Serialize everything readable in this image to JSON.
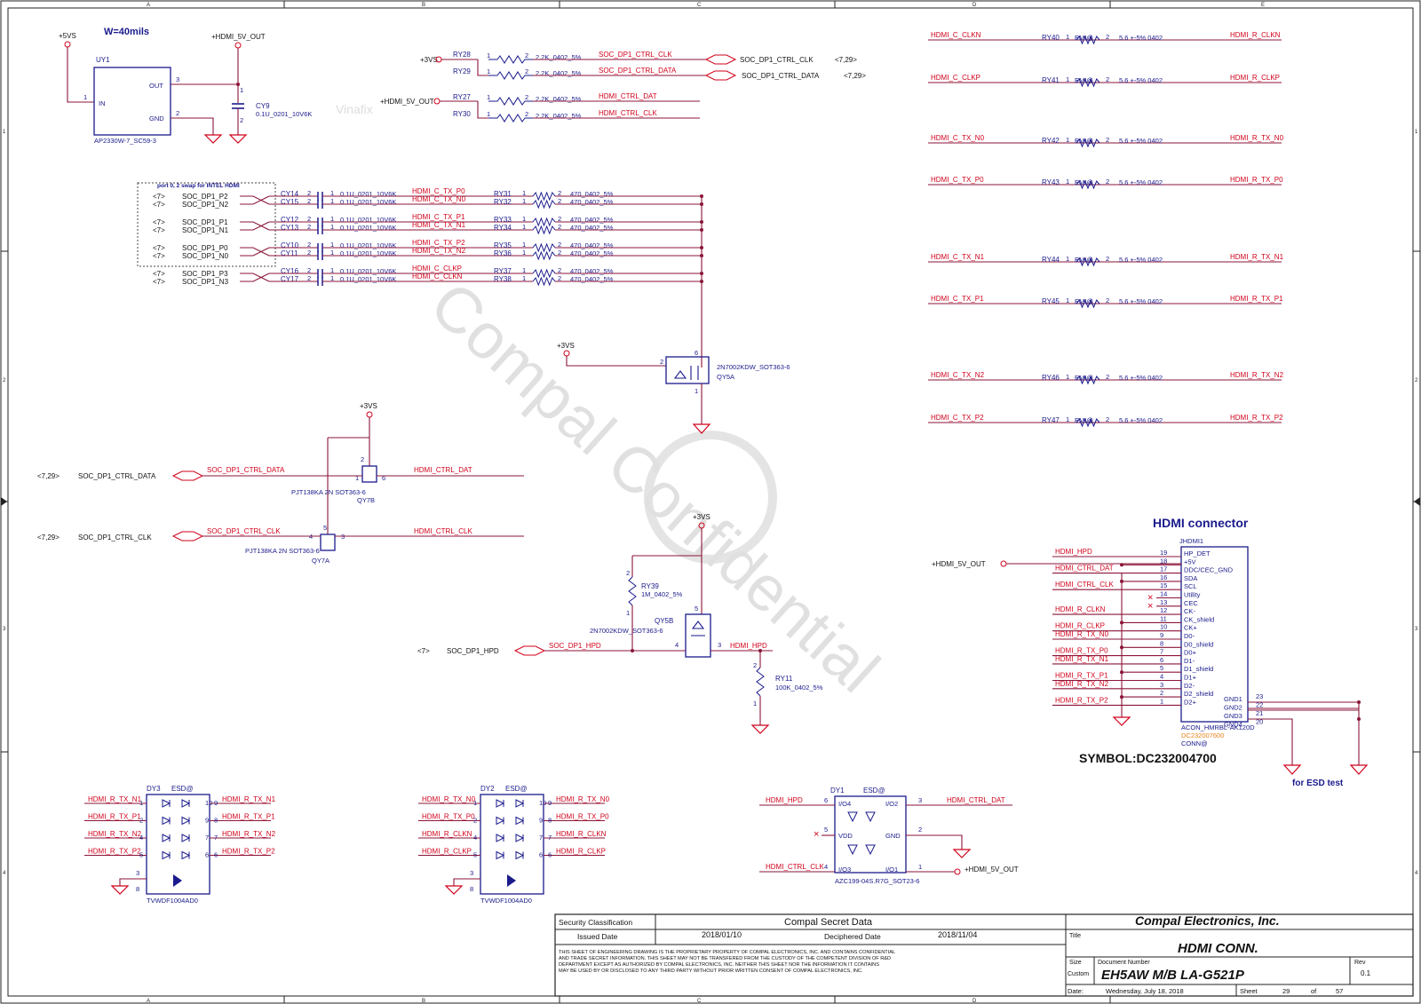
{
  "frame": {
    "cols": [
      "A",
      "B",
      "C",
      "D",
      "E"
    ],
    "rows": [
      "1",
      "2",
      "3",
      "4"
    ]
  },
  "power_block": {
    "vin": "+5VS",
    "vout": "+HDMI_5V_OUT",
    "width_note": "W=40mils",
    "ic_ref": "UY1",
    "ic_pins": [
      "IN",
      "OUT",
      "GND"
    ],
    "ic_pin_numbers": [
      "1",
      "3",
      "2"
    ],
    "ic_part": "AP2330W-7_SC59-3",
    "cap_ref": "CY9",
    "cap_value": "0.1U_0201_10V6K",
    "cap_pins": [
      "1",
      "2"
    ]
  },
  "pullups": [
    {
      "ref": "RY28",
      "rail": "+3VS",
      "value": "2.2K_0402_5%",
      "net": "SOC_DP1_CTRL_CLK",
      "pin1": "1",
      "pin2": "2"
    },
    {
      "ref": "RY29",
      "rail": "",
      "value": "2.2K_0402_5%",
      "net": "SOC_DP1_CTRL_DATA",
      "pin1": "1",
      "pin2": "2"
    },
    {
      "ref": "RY27",
      "rail": "+HDMI_5V_OUT",
      "value": "2.2K_0402_5%",
      "net": "HDMI_CTRL_DAT",
      "pin1": "1",
      "pin2": "2"
    },
    {
      "ref": "RY30",
      "rail": "",
      "value": "2.2K_0402_5%",
      "net": "HDMI_CTRL_CLK",
      "pin1": "1",
      "pin2": "2"
    }
  ],
  "offpage_ctrl": [
    {
      "net": "SOC_DP1_CTRL_CLK",
      "sheet": "<7,29>"
    },
    {
      "net": "SOC_DP1_CTRL_DATA",
      "sheet": "<7,29>"
    }
  ],
  "ghost_text": "Vinafix",
  "swap_note": "port 0, 2 swap for INTEL HDMI",
  "coupling": [
    {
      "sheet": "<7>",
      "net": "SOC_DP1_P2",
      "cap": "CY14",
      "cval": "0.1U_0201_10V6K",
      "hnet": "HDMI_C_TX_P0",
      "res": "RY31",
      "rval": "470_0402_5%"
    },
    {
      "sheet": "<7>",
      "net": "SOC_DP1_N2",
      "cap": "CY15",
      "cval": "0.1U_0201_10V6K",
      "hnet": "HDMI_C_TX_N0",
      "res": "RY32",
      "rval": "470_0402_5%"
    },
    {
      "sheet": "<7>",
      "net": "SOC_DP1_P1",
      "cap": "CY12",
      "cval": "0.1U_0201_10V6K",
      "hnet": "HDMI_C_TX_P1",
      "res": "RY33",
      "rval": "470_0402_5%"
    },
    {
      "sheet": "<7>",
      "net": "SOC_DP1_N1",
      "cap": "CY13",
      "cval": "0.1U_0201_10V6K",
      "hnet": "HDMI_C_TX_N1",
      "res": "RY34",
      "rval": "470_0402_5%"
    },
    {
      "sheet": "<7>",
      "net": "SOC_DP1_P0",
      "cap": "CY10",
      "cval": "0.1U_0201_10V6K",
      "hnet": "HDMI_C_TX_P2",
      "res": "RY35",
      "rval": "470_0402_5%"
    },
    {
      "sheet": "<7>",
      "net": "SOC_DP1_N0",
      "cap": "CY11",
      "cval": "0.1U_0201_10V6K",
      "hnet": "HDMI_C_TX_N2",
      "res": "RY36",
      "rval": "470_0402_5%"
    },
    {
      "sheet": "<7>",
      "net": "SOC_DP1_P3",
      "cap": "CY16",
      "cval": "0.1U_0201_10V6K",
      "hnet": "HDMI_C_CLKP",
      "res": "RY37",
      "rval": "470_0402_5%"
    },
    {
      "sheet": "<7>",
      "net": "SOC_DP1_N3",
      "cap": "CY17",
      "cval": "0.1U_0201_10V6K",
      "hnet": "HDMI_C_CLKN",
      "res": "RY38",
      "rval": "470_0402_5%"
    }
  ],
  "qy5a": {
    "rail": "+3VS",
    "part": "2N7002KDW_SOT363-6",
    "ref": "QY5A",
    "pins": [
      "2",
      "6",
      "1"
    ]
  },
  "level_shift": {
    "rail": "+3VS",
    "q7b": {
      "part": "PJT138KA 2N SOT363-6",
      "ref": "QY7B",
      "pins": [
        "2",
        "1",
        "6"
      ]
    },
    "q7a": {
      "part": "PJT138KA 2N SOT363-6",
      "ref": "QY7A",
      "pins": [
        "5",
        "4",
        "3"
      ]
    },
    "in_data": {
      "sheet": "<7,29>",
      "net": "SOC_DP1_CTRL_DATA",
      "wire": "SOC_DP1_CTRL_DATA",
      "out": "HDMI_CTRL_DAT"
    },
    "in_clk": {
      "sheet": "<7,29>",
      "net": "SOC_DP1_CTRL_CLK",
      "wire": "SOC_DP1_CTRL_CLK",
      "out": "HDMI_CTRL_CLK"
    }
  },
  "hpd": {
    "rail": "+3VS",
    "ry39": {
      "ref": "RY39",
      "value": "1M_0402_5%",
      "pins": [
        "2",
        "1"
      ]
    },
    "qy5b": {
      "ref": "QY5B",
      "part": "2N7002KDW_SOT363-6",
      "pins": [
        "5",
        "4",
        "3"
      ]
    },
    "in": {
      "sheet": "<7>",
      "net": "SOC_DP1_HPD",
      "wire": "SOC_DP1_HPD"
    },
    "out": "HDMI_HPD",
    "ry11": {
      "ref": "RY11",
      "value": "100K_0402_5%",
      "pins": [
        "2",
        "1"
      ]
    }
  },
  "series": [
    {
      "in": "HDMI_C_CLKN",
      "ref": "RY40",
      "val": "5.6 +-5% 0402",
      "out": "HDMI_R_CLKN"
    },
    {
      "in": "HDMI_C_CLKP",
      "ref": "RY41",
      "val": "5.6 +-5% 0402",
      "out": "HDMI_R_CLKP"
    },
    {
      "in": "HDMI_C_TX_N0",
      "ref": "RY42",
      "val": "5.6 +-5% 0402",
      "out": "HDMI_R_TX_N0"
    },
    {
      "in": "HDMI_C_TX_P0",
      "ref": "RY43",
      "val": "5.6 +-5% 0402",
      "out": "HDMI_R_TX_P0"
    },
    {
      "in": "HDMI_C_TX_N1",
      "ref": "RY44",
      "val": "5.6 +-5% 0402",
      "out": "HDMI_R_TX_N1"
    },
    {
      "in": "HDMI_C_TX_P1",
      "ref": "RY45",
      "val": "5.6 +-5% 0402",
      "out": "HDMI_R_TX_P1"
    },
    {
      "in": "HDMI_C_TX_N2",
      "ref": "RY46",
      "val": "5.6 +-5% 0402",
      "out": "HDMI_R_TX_N2"
    },
    {
      "in": "HDMI_C_TX_P2",
      "ref": "RY47",
      "val": "5.6 +-5% 0402",
      "out": "HDMI_R_TX_P2"
    }
  ],
  "series_mark": {
    "p1": "1",
    "emi": "EMI@",
    "p2": "2"
  },
  "connector": {
    "title": "HDMI connector",
    "ref": "JHDMI1",
    "power": "+HDMI_5V_OUT",
    "pins": [
      {
        "num": "19",
        "name": "HP_DET",
        "net": "HDMI_HPD"
      },
      {
        "num": "18",
        "name": "+5V",
        "net": ""
      },
      {
        "num": "17",
        "name": "DDC/CEC_GND",
        "net": "HDMI_CTRL_DAT"
      },
      {
        "num": "16",
        "name": "SDA",
        "net": ""
      },
      {
        "num": "15",
        "name": "SCL",
        "net": "HDMI_CTRL_CLK"
      },
      {
        "num": "14",
        "name": "Utility",
        "net": ""
      },
      {
        "num": "13",
        "name": "CEC",
        "net": ""
      },
      {
        "num": "12",
        "name": "CK-",
        "net": "HDMI_R_CLKN"
      },
      {
        "num": "11",
        "name": "CK_shield",
        "net": ""
      },
      {
        "num": "10",
        "name": "CK+",
        "net": "HDMI_R_CLKP"
      },
      {
        "num": "9",
        "name": "D0-",
        "net": "HDMI_R_TX_N0"
      },
      {
        "num": "8",
        "name": "D0_shield",
        "net": ""
      },
      {
        "num": "7",
        "name": "D0+",
        "net": "HDMI_R_TX_P0"
      },
      {
        "num": "6",
        "name": "D1-",
        "net": "HDMI_R_TX_N1"
      },
      {
        "num": "5",
        "name": "D1_shield",
        "net": ""
      },
      {
        "num": "4",
        "name": "D1+",
        "net": "HDMI_R_TX_P1"
      },
      {
        "num": "3",
        "name": "D2-",
        "net": "HDMI_R_TX_N2"
      },
      {
        "num": "2",
        "name": "D2_shield",
        "net": ""
      },
      {
        "num": "1",
        "name": "D2+",
        "net": "HDMI_R_TX_P2"
      }
    ],
    "gnd_pins": [
      {
        "num": "23",
        "name": "GND1"
      },
      {
        "num": "22",
        "name": "GND2"
      },
      {
        "num": "21",
        "name": "GND3"
      },
      {
        "num": "20",
        "name": "GND4"
      }
    ],
    "part": "ACON_HMRBL-AK120D",
    "dc": "DC232007600",
    "conn": "CONN@",
    "symbol": "SYMBOL:DC232004700",
    "esd_note": "for ESD test"
  },
  "esd_arrays": [
    {
      "ref": "DY3",
      "tag": "ESD@",
      "part": "TVWDF1004AD0",
      "left": [
        "HDMI_R_TX_N1",
        "HDMI_R_TX_P1",
        "HDMI_R_TX_N2",
        "HDMI_R_TX_P2"
      ],
      "right": [
        "HDMI_R_TX_N1",
        "HDMI_R_TX_P1",
        "HDMI_R_TX_N2",
        "HDMI_R_TX_P2"
      ],
      "lpins": [
        "1",
        "2",
        "4",
        "5"
      ],
      "rpins": [
        "9",
        "8",
        "7",
        "6"
      ],
      "inner_r": [
        "10",
        "9",
        "7",
        "6"
      ],
      "gpins": [
        "3",
        "8"
      ]
    },
    {
      "ref": "DY2",
      "tag": "ESD@",
      "part": "TVWDF1004AD0",
      "left": [
        "HDMI_R_TX_N0",
        "HDMI_R_TX_P0",
        "HDMI_R_CLKN",
        "HDMI_R_CLKP"
      ],
      "right": [
        "HDMI_R_TX_N0",
        "HDMI_R_TX_P0",
        "HDMI_R_CLKN",
        "HDMI_R_CLKP"
      ],
      "lpins": [
        "1",
        "2",
        "4",
        "5"
      ],
      "rpins": [
        "9",
        "8",
        "7",
        "6"
      ],
      "inner_r": [
        "10",
        "9",
        "7",
        "6"
      ],
      "gpins": [
        "3",
        "8"
      ]
    }
  ],
  "dy1": {
    "ref": "DY1",
    "tag": "ESD@",
    "part": "AZC199-04S.R7G_SOT23-6",
    "io": [
      "I/O4",
      "I/O2",
      "VDD",
      "GND",
      "I/O3",
      "I/O1"
    ],
    "nets": {
      "p6": "HDMI_HPD",
      "p3": "HDMI_CTRL_DAT",
      "p4": "HDMI_CTRL_CLK",
      "p1": "+HDMI_5V_OUT"
    },
    "pins": [
      "6",
      "3",
      "5",
      "2",
      "4",
      "1"
    ]
  },
  "watermark": "Compal Confidential",
  "title_block": {
    "security_label": "Security Classification",
    "security_value": "Compal Secret Data",
    "issued_label": "Issued Date",
    "issued_value": "2018/01/10",
    "deciphered_label": "Deciphered Date",
    "deciphered_value": "2018/11/04",
    "company": "Compal Electronics, Inc.",
    "title_label": "Title",
    "title": "HDMI CONN.",
    "size_label": "Size",
    "size_value": "Custom",
    "docnum_label": "Document Number",
    "docnum": "EH5AW M/B LA-G521P",
    "rev_label": "Rev",
    "rev": "0.1",
    "date_label": "Date:",
    "date": "Wednesday, July 18, 2018",
    "sheet_label": "Sheet",
    "sheet": "29",
    "of_label": "of",
    "total": "57",
    "legal": [
      "THIS SHEET OF ENGINEERING DRAWING IS THE PROPRIETARY PROPERTY OF COMPAL ELECTRONICS, INC. AND CONTAINS CONFIDENTIAL",
      "AND TRADE SECRET INFORMATION. THIS SHEET MAY NOT BE TRANSFERED FROM THE CUSTODY OF THE COMPETENT DIVISION OF R&D",
      "DEPARTMENT EXCEPT AS AUTHORIZED BY COMPAL ELECTRONICS, INC. NEITHER THIS SHEET NOR THE INFORMATION IT CONTAINS",
      "MAY BE USED BY OR DISCLOSED TO ANY THIRD PARTY WITHOUT PRIOR WRITTEN CONSENT OF COMPAL ELECTRONICS, INC."
    ]
  },
  "colors": {
    "net": "#d0021b",
    "wire": "#8b1538",
    "symbol": "#1a1a8c",
    "text": "#111111"
  }
}
